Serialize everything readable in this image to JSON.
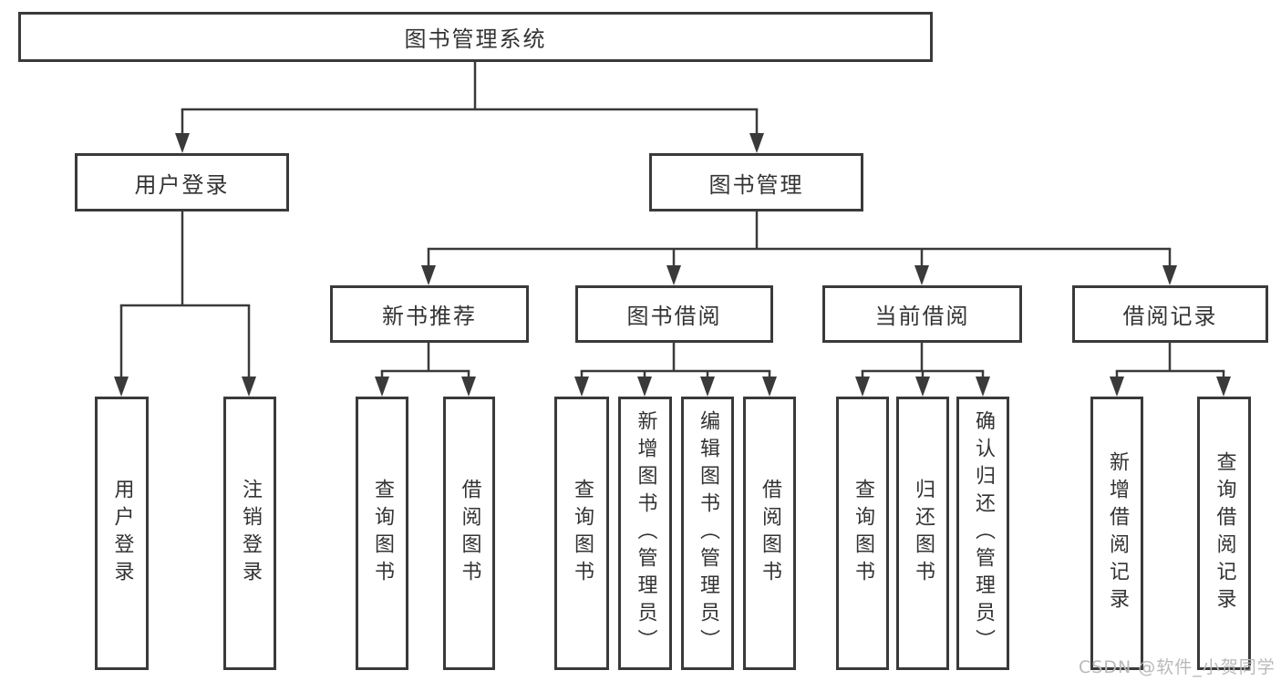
{
  "diagram_title": "图书管理系统",
  "nodes": {
    "root": "图书管理系统",
    "user_login": "用户登录",
    "book_mgmt": "图书管理",
    "new_book_rec": "新书推荐",
    "book_borrow": "图书借阅",
    "current_borrow": "当前借阅",
    "borrow_records": "借阅记录",
    "ul_user_login": "用户登录",
    "ul_logout": "注销登录",
    "nb_query_book": "查询图书",
    "nb_borrow_book": "借阅图书",
    "bb_query_book": "查询图书",
    "bb_add_book": "新增图书（管理员）",
    "bb_edit_book": "编辑图书（管理员）",
    "bb_borrow_book": "借阅图书",
    "cb_query_book": "查询图书",
    "cb_return_book": "归还图书",
    "cb_confirm_return": "确认归还（管理员）",
    "br_add_record": "新增借阅记录",
    "br_query_record": "查询借阅记录"
  },
  "hierarchy": {
    "图书管理系统": {
      "用户登录": [
        "用户登录",
        "注销登录"
      ],
      "图书管理": {
        "新书推荐": [
          "查询图书",
          "借阅图书"
        ],
        "图书借阅": [
          "查询图书",
          "新增图书（管理员）",
          "编辑图书（管理员）",
          "借阅图书"
        ],
        "当前借阅": [
          "查询图书",
          "归还图书",
          "确认归还（管理员）"
        ],
        "借阅记录": [
          "新增借阅记录",
          "查询借阅记录"
        ]
      }
    }
  },
  "watermark": {
    "text": "CSDN @软件_小贺同学"
  },
  "colors": {
    "line": "#3a3a3a",
    "box_border": "#3a3a3a",
    "text": "#333333",
    "watermark": "#b9b9b9",
    "background": "#ffffff"
  }
}
